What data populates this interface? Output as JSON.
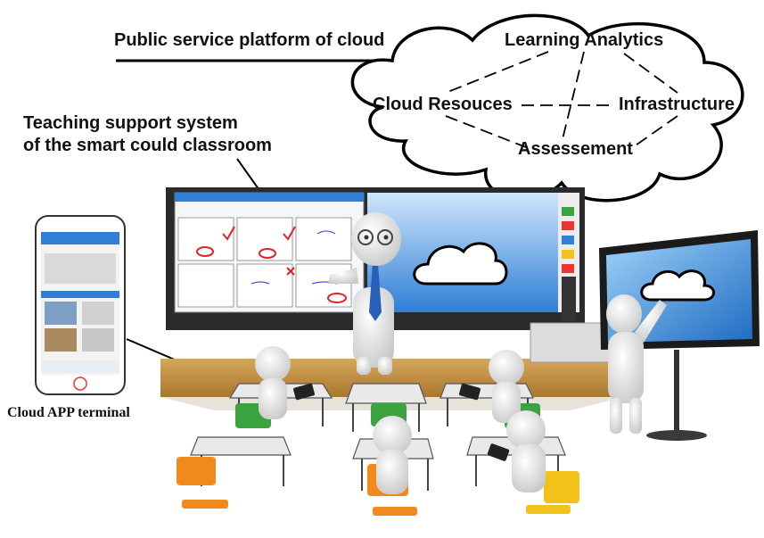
{
  "title": "Public service platform of cloud",
  "teaching_support": {
    "line1": "Teaching support system",
    "line2": "of the smart could classroom"
  },
  "app_label": "Cloud APP terminal",
  "cloud_nodes": {
    "learning_analytics": "Learning Analytics",
    "cloud_resources": "Cloud Resouces",
    "infrastructure": "Infrastructure",
    "assessment": "Assessement"
  },
  "colors": {
    "screen_blue": "#2f7fd6",
    "chair_green": "#3aa33f",
    "chair_orange": "#f08a1c",
    "chair_yellow": "#f2c21b",
    "floor": "#b9863e",
    "figure": "#f2f2f2",
    "tie": "#2a5fb8"
  }
}
